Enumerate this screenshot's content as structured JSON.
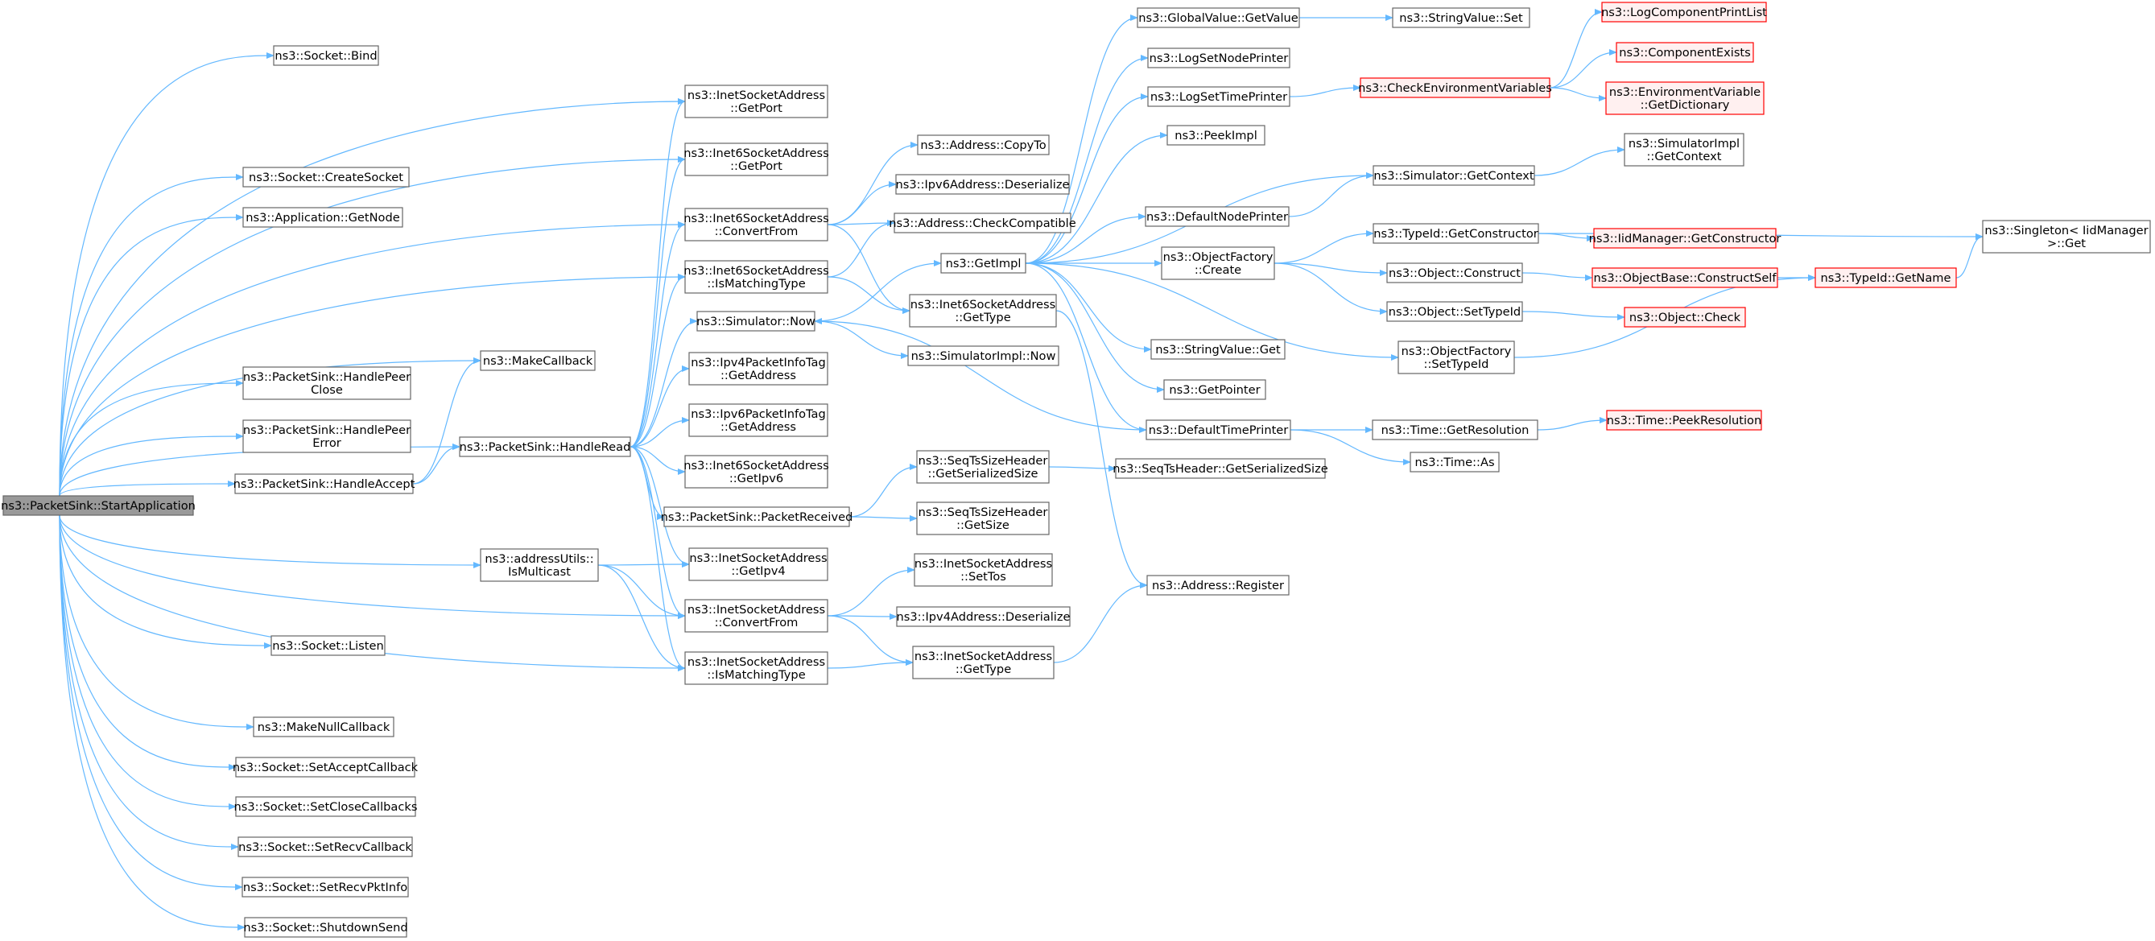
{
  "colors": {
    "edge": "#63b8ff",
    "node_border": "#666666",
    "node_fill": "#ffffff",
    "root_fill": "#999999",
    "root_border": "#666666",
    "truncated_border": "#ff0000",
    "truncated_fill": "#fff0f0",
    "text": "#000000"
  },
  "nodes": [
    {
      "id": "start",
      "lines": [
        "ns3::PacketSink::StartApplication"
      ],
      "style": "root"
    },
    {
      "id": "bind",
      "lines": [
        "ns3::Socket::Bind"
      ]
    },
    {
      "id": "createsocket",
      "lines": [
        "ns3::Socket::CreateSocket"
      ]
    },
    {
      "id": "getnode",
      "lines": [
        "ns3::Application::GetNode"
      ]
    },
    {
      "id": "makecallback",
      "lines": [
        "ns3::MakeCallback"
      ]
    },
    {
      "id": "hpclose",
      "lines": [
        "ns3::PacketSink::HandlePeer",
        "Close"
      ]
    },
    {
      "id": "hperror",
      "lines": [
        "ns3::PacketSink::HandlePeer",
        "Error"
      ]
    },
    {
      "id": "haccept",
      "lines": [
        "ns3::PacketSink::HandleAccept"
      ]
    },
    {
      "id": "hread",
      "lines": [
        "ns3::PacketSink::HandleRead"
      ]
    },
    {
      "id": "ismulticast",
      "lines": [
        "ns3::addressUtils::",
        "IsMulticast"
      ]
    },
    {
      "id": "listen",
      "lines": [
        "ns3::Socket::Listen"
      ]
    },
    {
      "id": "makenull",
      "lines": [
        "ns3::MakeNullCallback"
      ]
    },
    {
      "id": "setaccept",
      "lines": [
        "ns3::Socket::SetAcceptCallback"
      ]
    },
    {
      "id": "setclose",
      "lines": [
        "ns3::Socket::SetCloseCallbacks"
      ]
    },
    {
      "id": "setrecv",
      "lines": [
        "ns3::Socket::SetRecvCallback"
      ]
    },
    {
      "id": "setrecvpkt",
      "lines": [
        "ns3::Socket::SetRecvPktInfo"
      ]
    },
    {
      "id": "shutdownsend",
      "lines": [
        "ns3::Socket::ShutdownSend"
      ]
    },
    {
      "id": "inet_getport",
      "lines": [
        "ns3::InetSocketAddress",
        "::GetPort"
      ]
    },
    {
      "id": "inet6_getport",
      "lines": [
        "ns3::Inet6SocketAddress",
        "::GetPort"
      ]
    },
    {
      "id": "inet6_convert",
      "lines": [
        "ns3::Inet6SocketAddress",
        "::ConvertFrom"
      ]
    },
    {
      "id": "inet6_ismatch",
      "lines": [
        "ns3::Inet6SocketAddress",
        "::IsMatchingType"
      ]
    },
    {
      "id": "sim_now",
      "lines": [
        "ns3::Simulator::Now"
      ]
    },
    {
      "id": "ipv4pkt_getaddr",
      "lines": [
        "ns3::Ipv4PacketInfoTag",
        "::GetAddress"
      ]
    },
    {
      "id": "ipv6pkt_getaddr",
      "lines": [
        "ns3::Ipv6PacketInfoTag",
        "::GetAddress"
      ]
    },
    {
      "id": "inet6_getipv6",
      "lines": [
        "ns3::Inet6SocketAddress",
        "::GetIpv6"
      ]
    },
    {
      "id": "preceived",
      "lines": [
        "ns3::PacketSink::PacketReceived"
      ]
    },
    {
      "id": "inet_getipv4",
      "lines": [
        "ns3::InetSocketAddress",
        "::GetIpv4"
      ]
    },
    {
      "id": "inet_convert",
      "lines": [
        "ns3::InetSocketAddress",
        "::ConvertFrom"
      ]
    },
    {
      "id": "inet_ismatch",
      "lines": [
        "ns3::InetSocketAddress",
        "::IsMatchingType"
      ]
    },
    {
      "id": "addr_copyto",
      "lines": [
        "ns3::Address::CopyTo"
      ]
    },
    {
      "id": "ipv6_deser",
      "lines": [
        "ns3::Ipv6Address::Deserialize"
      ]
    },
    {
      "id": "addr_checkcompat",
      "lines": [
        "ns3::Address::CheckCompatible"
      ]
    },
    {
      "id": "getimpl",
      "lines": [
        "ns3::GetImpl"
      ]
    },
    {
      "id": "inet6_gettype",
      "lines": [
        "ns3::Inet6SocketAddress",
        "::GetType"
      ]
    },
    {
      "id": "simimpl_now",
      "lines": [
        "ns3::SimulatorImpl::Now"
      ]
    },
    {
      "id": "seqts_getser",
      "lines": [
        "ns3::SeqTsSizeHeader",
        "::GetSerializedSize"
      ]
    },
    {
      "id": "seqts_getsize",
      "lines": [
        "ns3::SeqTsSizeHeader",
        "::GetSize"
      ]
    },
    {
      "id": "inet_settos",
      "lines": [
        "ns3::InetSocketAddress",
        "::SetTos"
      ]
    },
    {
      "id": "ipv4_deser",
      "lines": [
        "ns3::Ipv4Address::Deserialize"
      ]
    },
    {
      "id": "inet_gettype",
      "lines": [
        "ns3::InetSocketAddress",
        "::GetType"
      ]
    },
    {
      "id": "gv_getvalue",
      "lines": [
        "ns3::GlobalValue::GetValue"
      ]
    },
    {
      "id": "logsetnode",
      "lines": [
        "ns3::LogSetNodePrinter"
      ]
    },
    {
      "id": "logsettime",
      "lines": [
        "ns3::LogSetTimePrinter"
      ]
    },
    {
      "id": "peekimpl",
      "lines": [
        "ns3::PeekImpl"
      ]
    },
    {
      "id": "defnodeprinter",
      "lines": [
        "ns3::DefaultNodePrinter"
      ]
    },
    {
      "id": "objfactory_create",
      "lines": [
        "ns3::ObjectFactory",
        "::Create"
      ]
    },
    {
      "id": "stringvalue_get",
      "lines": [
        "ns3::StringValue::Get"
      ]
    },
    {
      "id": "getpointer",
      "lines": [
        "ns3::GetPointer"
      ]
    },
    {
      "id": "deftimeprinter",
      "lines": [
        "ns3::DefaultTimePrinter"
      ]
    },
    {
      "id": "seqts_header_getser",
      "lines": [
        "ns3::SeqTsHeader::GetSerializedSize"
      ]
    },
    {
      "id": "addr_register",
      "lines": [
        "ns3::Address::Register"
      ]
    },
    {
      "id": "stringvalue_set",
      "lines": [
        "ns3::StringValue::Set"
      ]
    },
    {
      "id": "checkenv",
      "lines": [
        "ns3::CheckEnvironmentVariables"
      ],
      "style": "truncated"
    },
    {
      "id": "sim_getcontext",
      "lines": [
        "ns3::Simulator::GetContext"
      ]
    },
    {
      "id": "typeid_getctor",
      "lines": [
        "ns3::TypeId::GetConstructor"
      ]
    },
    {
      "id": "obj_construct",
      "lines": [
        "ns3::Object::Construct"
      ]
    },
    {
      "id": "obj_settypeid",
      "lines": [
        "ns3::Object::SetTypeId"
      ]
    },
    {
      "id": "objfactory_settypeid",
      "lines": [
        "ns3::ObjectFactory",
        "::SetTypeId"
      ]
    },
    {
      "id": "time_getres",
      "lines": [
        "ns3::Time::GetResolution"
      ]
    },
    {
      "id": "time_as",
      "lines": [
        "ns3::Time::As"
      ]
    },
    {
      "id": "logcomp_print",
      "lines": [
        "ns3::LogComponentPrintList"
      ],
      "style": "truncated"
    },
    {
      "id": "compexists",
      "lines": [
        "ns3::ComponentExists"
      ],
      "style": "truncated"
    },
    {
      "id": "envvar_getdict",
      "lines": [
        "ns3::EnvironmentVariable",
        "::GetDictionary"
      ],
      "style": "truncated"
    },
    {
      "id": "simimpl_getcontext",
      "lines": [
        "ns3::SimulatorImpl",
        "::GetContext"
      ]
    },
    {
      "id": "iidmgr_getctor",
      "lines": [
        "ns3::IidManager::GetConstructor"
      ],
      "style": "truncated"
    },
    {
      "id": "objbase_constructself",
      "lines": [
        "ns3::ObjectBase::ConstructSelf"
      ],
      "style": "truncated"
    },
    {
      "id": "obj_check",
      "lines": [
        "ns3::Object::Check"
      ],
      "style": "truncated"
    },
    {
      "id": "time_peekres",
      "lines": [
        "ns3::Time::PeekResolution"
      ],
      "style": "truncated"
    },
    {
      "id": "typeid_getname",
      "lines": [
        "ns3::TypeId::GetName"
      ],
      "style": "truncated"
    },
    {
      "id": "singleton_get",
      "lines": [
        "ns3::Singleton< IidManager",
        ">::Get"
      ]
    }
  ],
  "edges": [
    [
      "start",
      "bind"
    ],
    [
      "start",
      "inet_getport"
    ],
    [
      "start",
      "inet6_getport"
    ],
    [
      "start",
      "createsocket"
    ],
    [
      "start",
      "getnode"
    ],
    [
      "start",
      "inet6_convert"
    ],
    [
      "start",
      "inet6_ismatch"
    ],
    [
      "start",
      "makecallback"
    ],
    [
      "start",
      "hpclose"
    ],
    [
      "start",
      "hperror"
    ],
    [
      "start",
      "haccept"
    ],
    [
      "start",
      "hread"
    ],
    [
      "start",
      "ismulticast"
    ],
    [
      "start",
      "inet_convert"
    ],
    [
      "start",
      "listen"
    ],
    [
      "start",
      "inet_ismatch"
    ],
    [
      "start",
      "makenull"
    ],
    [
      "start",
      "setaccept"
    ],
    [
      "start",
      "setclose"
    ],
    [
      "start",
      "setrecv"
    ],
    [
      "start",
      "setrecvpkt"
    ],
    [
      "start",
      "shutdownsend"
    ],
    [
      "haccept",
      "makecallback"
    ],
    [
      "haccept",
      "hread"
    ],
    [
      "hread",
      "inet_getport"
    ],
    [
      "hread",
      "inet6_getport"
    ],
    [
      "hread",
      "inet6_convert"
    ],
    [
      "hread",
      "inet6_ismatch"
    ],
    [
      "hread",
      "sim_now"
    ],
    [
      "hread",
      "ipv4pkt_getaddr"
    ],
    [
      "hread",
      "ipv6pkt_getaddr"
    ],
    [
      "hread",
      "inet6_getipv6"
    ],
    [
      "hread",
      "preceived"
    ],
    [
      "hread",
      "inet_getipv4"
    ],
    [
      "hread",
      "inet_convert"
    ],
    [
      "hread",
      "inet_ismatch"
    ],
    [
      "ismulticast",
      "inet_getipv4"
    ],
    [
      "ismulticast",
      "inet_convert"
    ],
    [
      "ismulticast",
      "inet_ismatch"
    ],
    [
      "inet6_convert",
      "addr_copyto"
    ],
    [
      "inet6_convert",
      "ipv6_deser"
    ],
    [
      "inet6_convert",
      "addr_checkcompat"
    ],
    [
      "inet6_convert",
      "inet6_gettype"
    ],
    [
      "inet6_ismatch",
      "addr_checkcompat"
    ],
    [
      "inet6_ismatch",
      "inet6_gettype"
    ],
    [
      "sim_now",
      "getimpl"
    ],
    [
      "sim_now",
      "simimpl_now"
    ],
    [
      "preceived",
      "seqts_getser"
    ],
    [
      "preceived",
      "seqts_getsize"
    ],
    [
      "inet_convert",
      "inet_settos"
    ],
    [
      "inet_convert",
      "ipv4_deser"
    ],
    [
      "inet_convert",
      "inet_gettype"
    ],
    [
      "inet_ismatch",
      "inet_gettype"
    ],
    [
      "getimpl",
      "gv_getvalue"
    ],
    [
      "getimpl",
      "logsetnode"
    ],
    [
      "getimpl",
      "logsettime"
    ],
    [
      "getimpl",
      "peekimpl"
    ],
    [
      "getimpl",
      "sim_getcontext"
    ],
    [
      "getimpl",
      "defnodeprinter"
    ],
    [
      "getimpl",
      "objfactory_create"
    ],
    [
      "getimpl",
      "stringvalue_get"
    ],
    [
      "getimpl",
      "getpointer"
    ],
    [
      "getimpl",
      "deftimeprinter"
    ],
    [
      "getimpl",
      "objfactory_settypeid"
    ],
    [
      "inet6_gettype",
      "addr_register"
    ],
    [
      "inet_gettype",
      "addr_register"
    ],
    [
      "seqts_getser",
      "seqts_header_getser"
    ],
    [
      "gv_getvalue",
      "stringvalue_set"
    ],
    [
      "logsettime",
      "checkenv"
    ],
    [
      "defnodeprinter",
      "sim_getcontext"
    ],
    [
      "objfactory_create",
      "typeid_getctor"
    ],
    [
      "objfactory_create",
      "obj_construct"
    ],
    [
      "objfactory_create",
      "obj_settypeid"
    ],
    [
      "deftimeprinter",
      "sim_now"
    ],
    [
      "deftimeprinter",
      "time_getres"
    ],
    [
      "deftimeprinter",
      "time_as"
    ],
    [
      "checkenv",
      "logcomp_print"
    ],
    [
      "checkenv",
      "compexists"
    ],
    [
      "checkenv",
      "envvar_getdict"
    ],
    [
      "sim_getcontext",
      "simimpl_getcontext"
    ],
    [
      "typeid_getctor",
      "iidmgr_getctor"
    ],
    [
      "typeid_getctor",
      "singleton_get"
    ],
    [
      "obj_construct",
      "objbase_constructself"
    ],
    [
      "obj_settypeid",
      "obj_check"
    ],
    [
      "objfactory_settypeid",
      "typeid_getname"
    ],
    [
      "time_getres",
      "time_peekres"
    ],
    [
      "objbase_constructself",
      "typeid_getname"
    ],
    [
      "typeid_getname",
      "singleton_get"
    ]
  ]
}
